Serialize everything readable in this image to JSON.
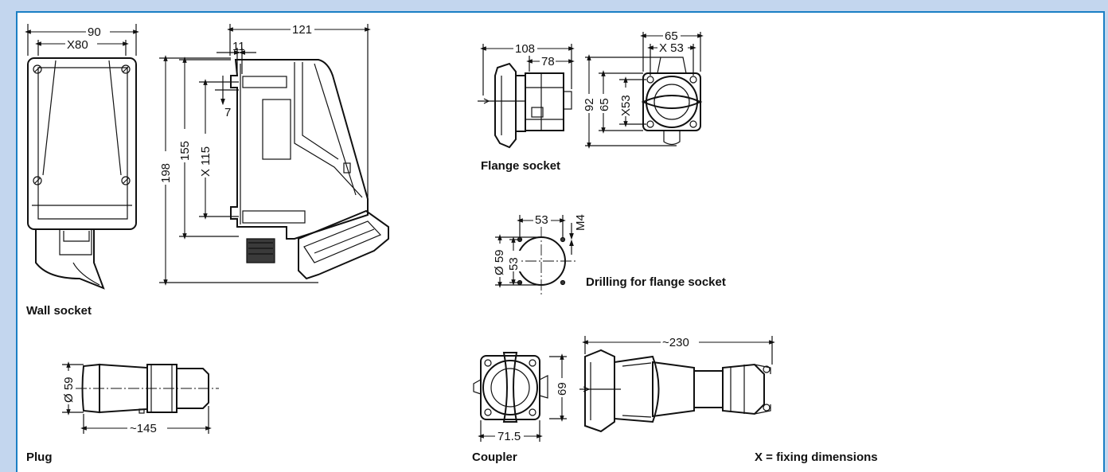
{
  "captions": {
    "wall_socket": "Wall socket",
    "flange_socket": "Flange socket",
    "drilling": "Drilling for flange socket",
    "plug": "Plug",
    "coupler": "Coupler",
    "fixing_note": "X = fixing dimensions"
  },
  "dimensions": {
    "wall_width": "90",
    "wall_fix_width": "X80",
    "wall_depth": "121",
    "wall_11": "11",
    "wall_7": "7",
    "wall_height": "198",
    "wall_155": "155",
    "wall_fix_height": "X 115",
    "flange_108": "108",
    "flange_78": "78",
    "flange_65w": "65",
    "flange_x53w": "X 53",
    "flange_92": "92",
    "flange_65h": "65",
    "flange_x53h": "X53",
    "drill_53w": "53",
    "drill_m4": "M4",
    "drill_dia": "Ø 59",
    "drill_53h": "53",
    "plug_dia": "Ø 59",
    "plug_len": "~145",
    "coupler_69": "69",
    "coupler_715": "71.5",
    "coupler_230": "~230"
  },
  "colors": {
    "background": "#c3d6ee",
    "frame_border": "#1a7fc4",
    "sheet": "#ffffff"
  }
}
